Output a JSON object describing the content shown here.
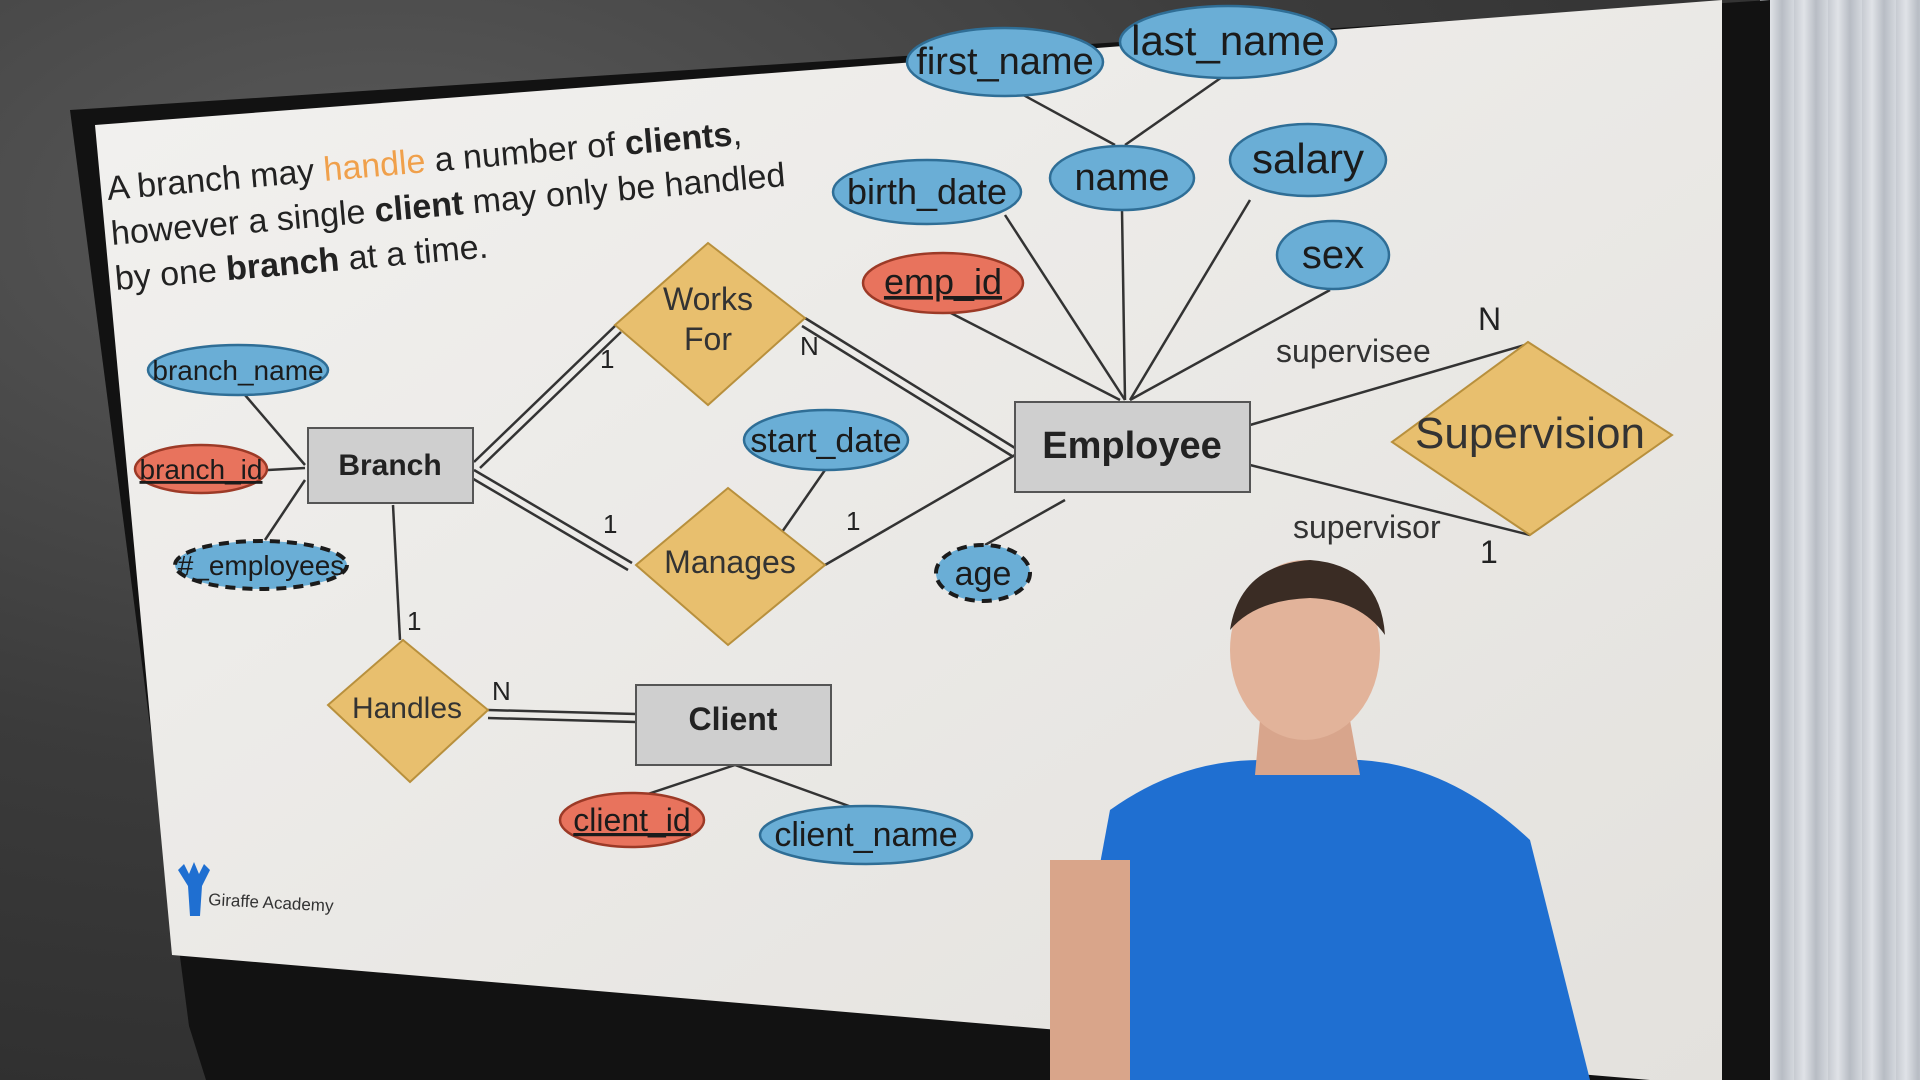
{
  "slide": {
    "caption_parts": [
      {
        "t": "A branch may ",
        "bold": false,
        "accent": false
      },
      {
        "t": "handle",
        "bold": false,
        "accent": true
      },
      {
        "t": " a number of ",
        "bold": false,
        "accent": false
      },
      {
        "t": "clients",
        "bold": true,
        "accent": false
      },
      {
        "t": ",",
        "bold": false,
        "accent": false
      }
    ],
    "caption_line2_parts": [
      {
        "t": "however a single ",
        "bold": false
      },
      {
        "t": "client",
        "bold": true
      },
      {
        "t": " may only be handled",
        "bold": false
      }
    ],
    "caption_line3_parts": [
      {
        "t": "by one ",
        "bold": false
      },
      {
        "t": "branch",
        "bold": true
      },
      {
        "t": " at a time.",
        "bold": false
      }
    ],
    "logo_text": "Giraffe Academy"
  },
  "entities": {
    "branch": "Branch",
    "employee": "Employee",
    "client": "Client"
  },
  "relationships": {
    "works_for": "Works\nFor",
    "manages": "Manages",
    "handles": "Handles",
    "supervision": "Supervision"
  },
  "attributes": {
    "first_name": "first_name",
    "last_name": "last_name",
    "birth_date": "birth_date",
    "name": "name",
    "salary": "salary",
    "sex": "sex",
    "emp_id": "emp_id",
    "start_date": "start_date",
    "age": "age",
    "branch_name": "branch_name",
    "branch_id": "branch_id",
    "num_employees": "#_employees",
    "client_id": "client_id",
    "client_name": "client_name"
  },
  "cardinality": {
    "works_for_branch": "1",
    "works_for_employee": "N",
    "manages_branch": "1",
    "manages_employee": "1",
    "handles_branch": "1",
    "handles_client": "N",
    "supervisee_n": "N",
    "supervisor_1": "1"
  },
  "role_labels": {
    "supervisee": "supervisee",
    "supervisor": "supervisor"
  },
  "colors": {
    "attribute_fill": "#6aaed6",
    "key_attribute_fill": "#e8735d",
    "relationship_fill": "#e8bf6e",
    "entity_fill": "#cfcfcf",
    "slide_bg": "#eceae6",
    "accent_word": "#f0a04b",
    "presenter_shirt": "#1f6fd1"
  }
}
